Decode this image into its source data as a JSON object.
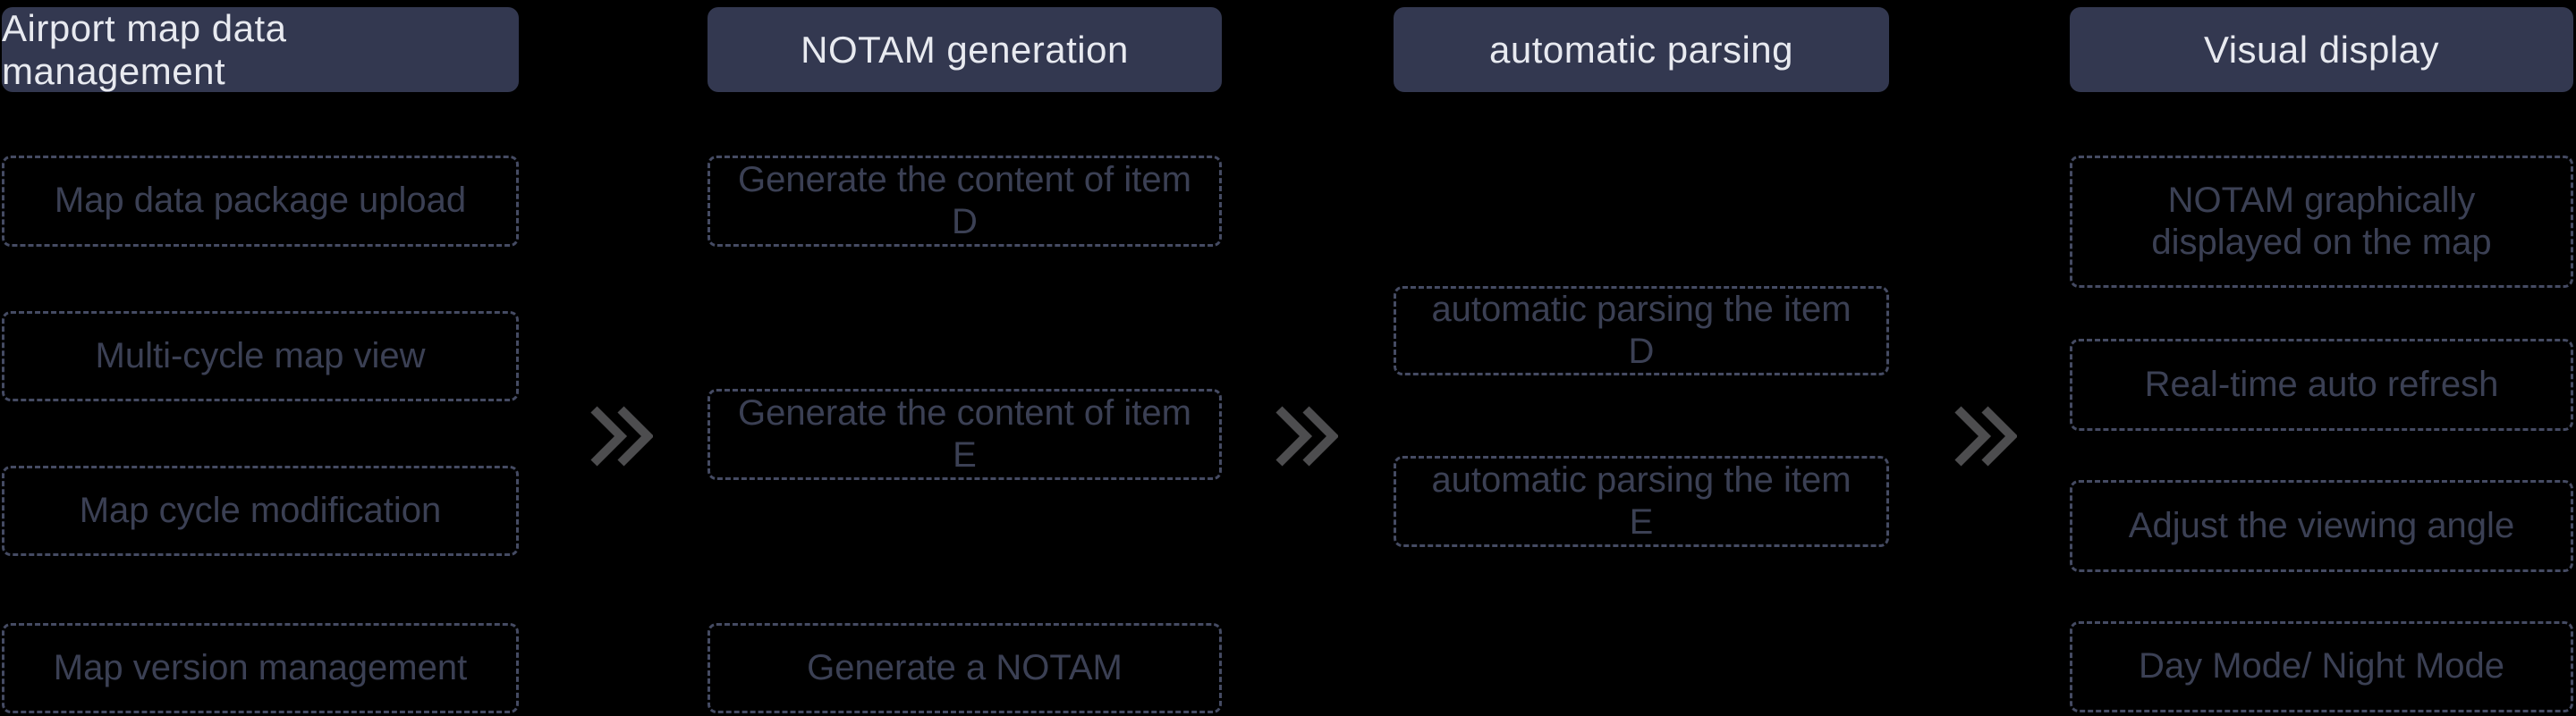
{
  "diagram": {
    "title_hint": "four-stage process flow",
    "columns": [
      {
        "header": "Airport map data management",
        "items": [
          "Map data package upload",
          "Multi-cycle map view",
          "Map cycle modification",
          "Map version management"
        ]
      },
      {
        "header": "NOTAM generation",
        "items": [
          "Generate the content of item D",
          "Generate the content of item E",
          "Generate a NOTAM"
        ]
      },
      {
        "header": "automatic parsing",
        "items": [
          "automatic parsing the item D",
          "automatic parsing the item E"
        ]
      },
      {
        "header": "Visual display",
        "items": [
          "NOTAM graphically displayed on the map",
          "Real-time auto refresh",
          "Adjust the viewing angle",
          "Day Mode/ Night Mode"
        ]
      }
    ],
    "arrows": [
      {
        "icon": "double-chevron-right"
      },
      {
        "icon": "double-chevron-right"
      },
      {
        "icon": "double-chevron-right"
      }
    ],
    "colors": {
      "background": "#000000",
      "header_bg": "#333850",
      "header_text": "#e8eaf0",
      "box_border": "#454b63",
      "box_text": "#3b4054",
      "arrow": "#4d4d4f"
    }
  }
}
